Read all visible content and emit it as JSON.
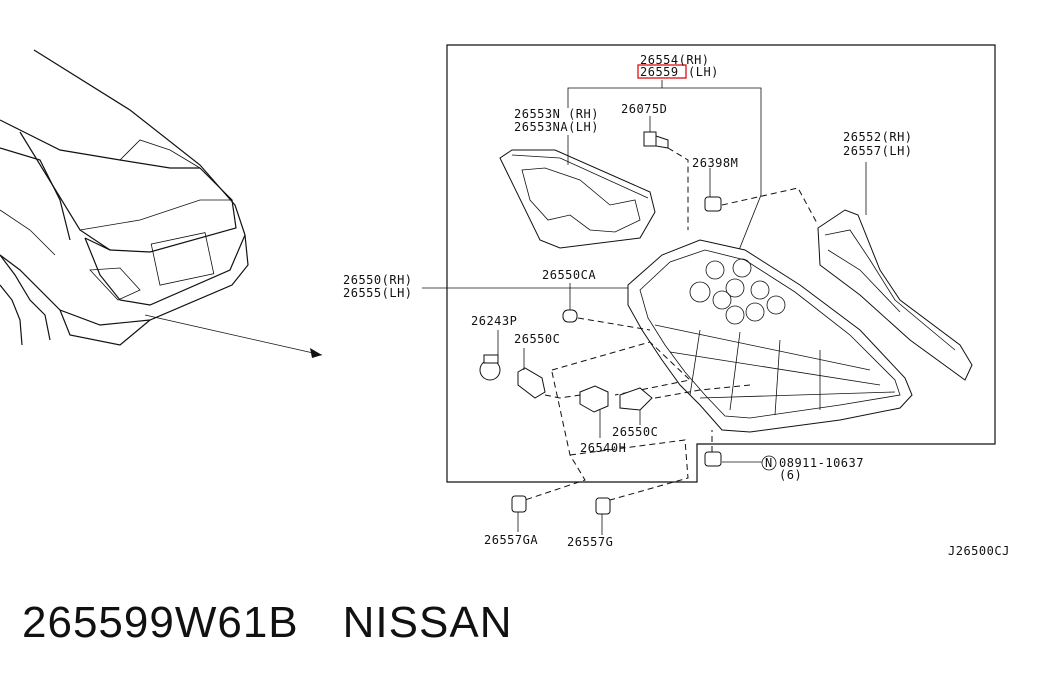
{
  "labels": {
    "p26554": "26554(RH)",
    "p26559": "26559",
    "p26559_side": "(LH)",
    "p26553n": "26553N  (RH)",
    "p26553na": "26553NA(LH)",
    "p26075d": "26075D",
    "p26398m": "26398M",
    "p26552": "26552(RH)",
    "p26557": "26557(LH)",
    "p26550": "26550(RH)",
    "p26555": "26555(LH)",
    "p26550ca": "26550CA",
    "p26243p": "26243P",
    "p26550c_a": "26550C",
    "p26550c_b": "26550C",
    "p26540h": "26540H",
    "p08911": "08911-10637",
    "p08911_qty": "(6)",
    "nut_symbol": "N",
    "p26557ga": "26557GA",
    "p26557g": "26557G",
    "diagram_code": "J26500CJ"
  },
  "highlight_color": "#e02020",
  "caption": {
    "part_number": "265599W61B",
    "brand": "NISSAN"
  }
}
